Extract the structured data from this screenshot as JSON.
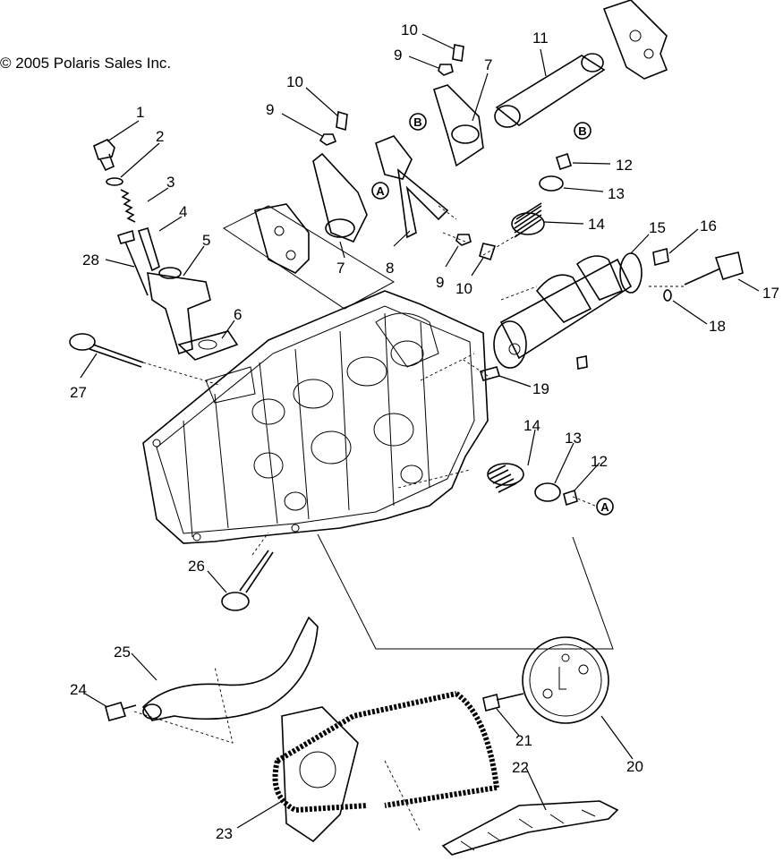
{
  "copyright": "© 2005 Polaris Sales Inc.",
  "callouts": {
    "p1": "1",
    "p2": "2",
    "p3": "3",
    "p4": "4",
    "p5": "5",
    "p6": "6",
    "p7a": "7",
    "p7b": "7",
    "p8": "8",
    "p9a": "9",
    "p9b": "9",
    "p9c": "9",
    "p10a": "10",
    "p10b": "10",
    "p10c": "10",
    "p11": "11",
    "p12a": "12",
    "p12b": "12",
    "p13a": "13",
    "p13b": "13",
    "p14a": "14",
    "p14b": "14",
    "p15": "15",
    "p16": "16",
    "p17": "17",
    "p18": "18",
    "p19": "19",
    "p20": "20",
    "p21": "21",
    "p22": "22",
    "p23": "23",
    "p24": "24",
    "p25": "25",
    "p26": "26",
    "p27": "27",
    "p28": "28"
  },
  "reference_marks": {
    "a1": "A",
    "a2": "A",
    "b1": "B",
    "b2": "B"
  }
}
